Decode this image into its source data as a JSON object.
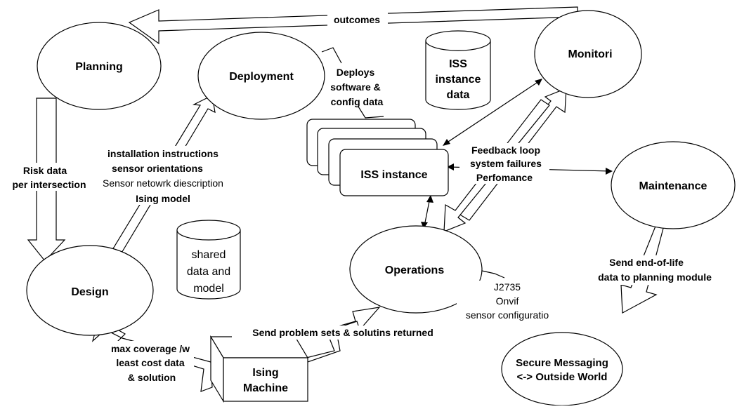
{
  "nodes": {
    "planning": "Planning",
    "deployment": "Deployment",
    "monitoring": "Monitori",
    "design": "Design",
    "operations": "Operations",
    "maintenance": "Maintenance",
    "secure_messaging": [
      "Secure Messaging",
      "<-> Outside World"
    ],
    "iss_instance": "ISS instance",
    "ising_machine": [
      "Ising",
      "Machine"
    ]
  },
  "datastores": {
    "iss_instance_data": [
      "ISS",
      "instance",
      "data"
    ],
    "shared_data": [
      "shared",
      "data and",
      "model"
    ]
  },
  "edge_labels": {
    "outcomes": "outcomes",
    "risk_data": [
      "Risk data",
      "per intersection"
    ],
    "installation": [
      "installation instructions",
      "sensor orientations",
      "Sensor netowrk diescription",
      "Ising model"
    ],
    "deploys": [
      "Deploys",
      "software &",
      "config data"
    ],
    "feedback": [
      "Feedback loop",
      "system failures",
      "Perfomance"
    ],
    "end_of_life": [
      "Send end-of-life",
      "data to planning module"
    ],
    "j2735": [
      "J2735",
      "Onvif",
      "sensor configuratio"
    ],
    "problem_sets": "Send problem sets & solutins returned",
    "max_coverage": [
      "max coverage /w",
      "least cost data",
      "& solution"
    ]
  },
  "colors": {
    "stroke": "#000000",
    "fill": "#ffffff",
    "text": "#000000"
  }
}
